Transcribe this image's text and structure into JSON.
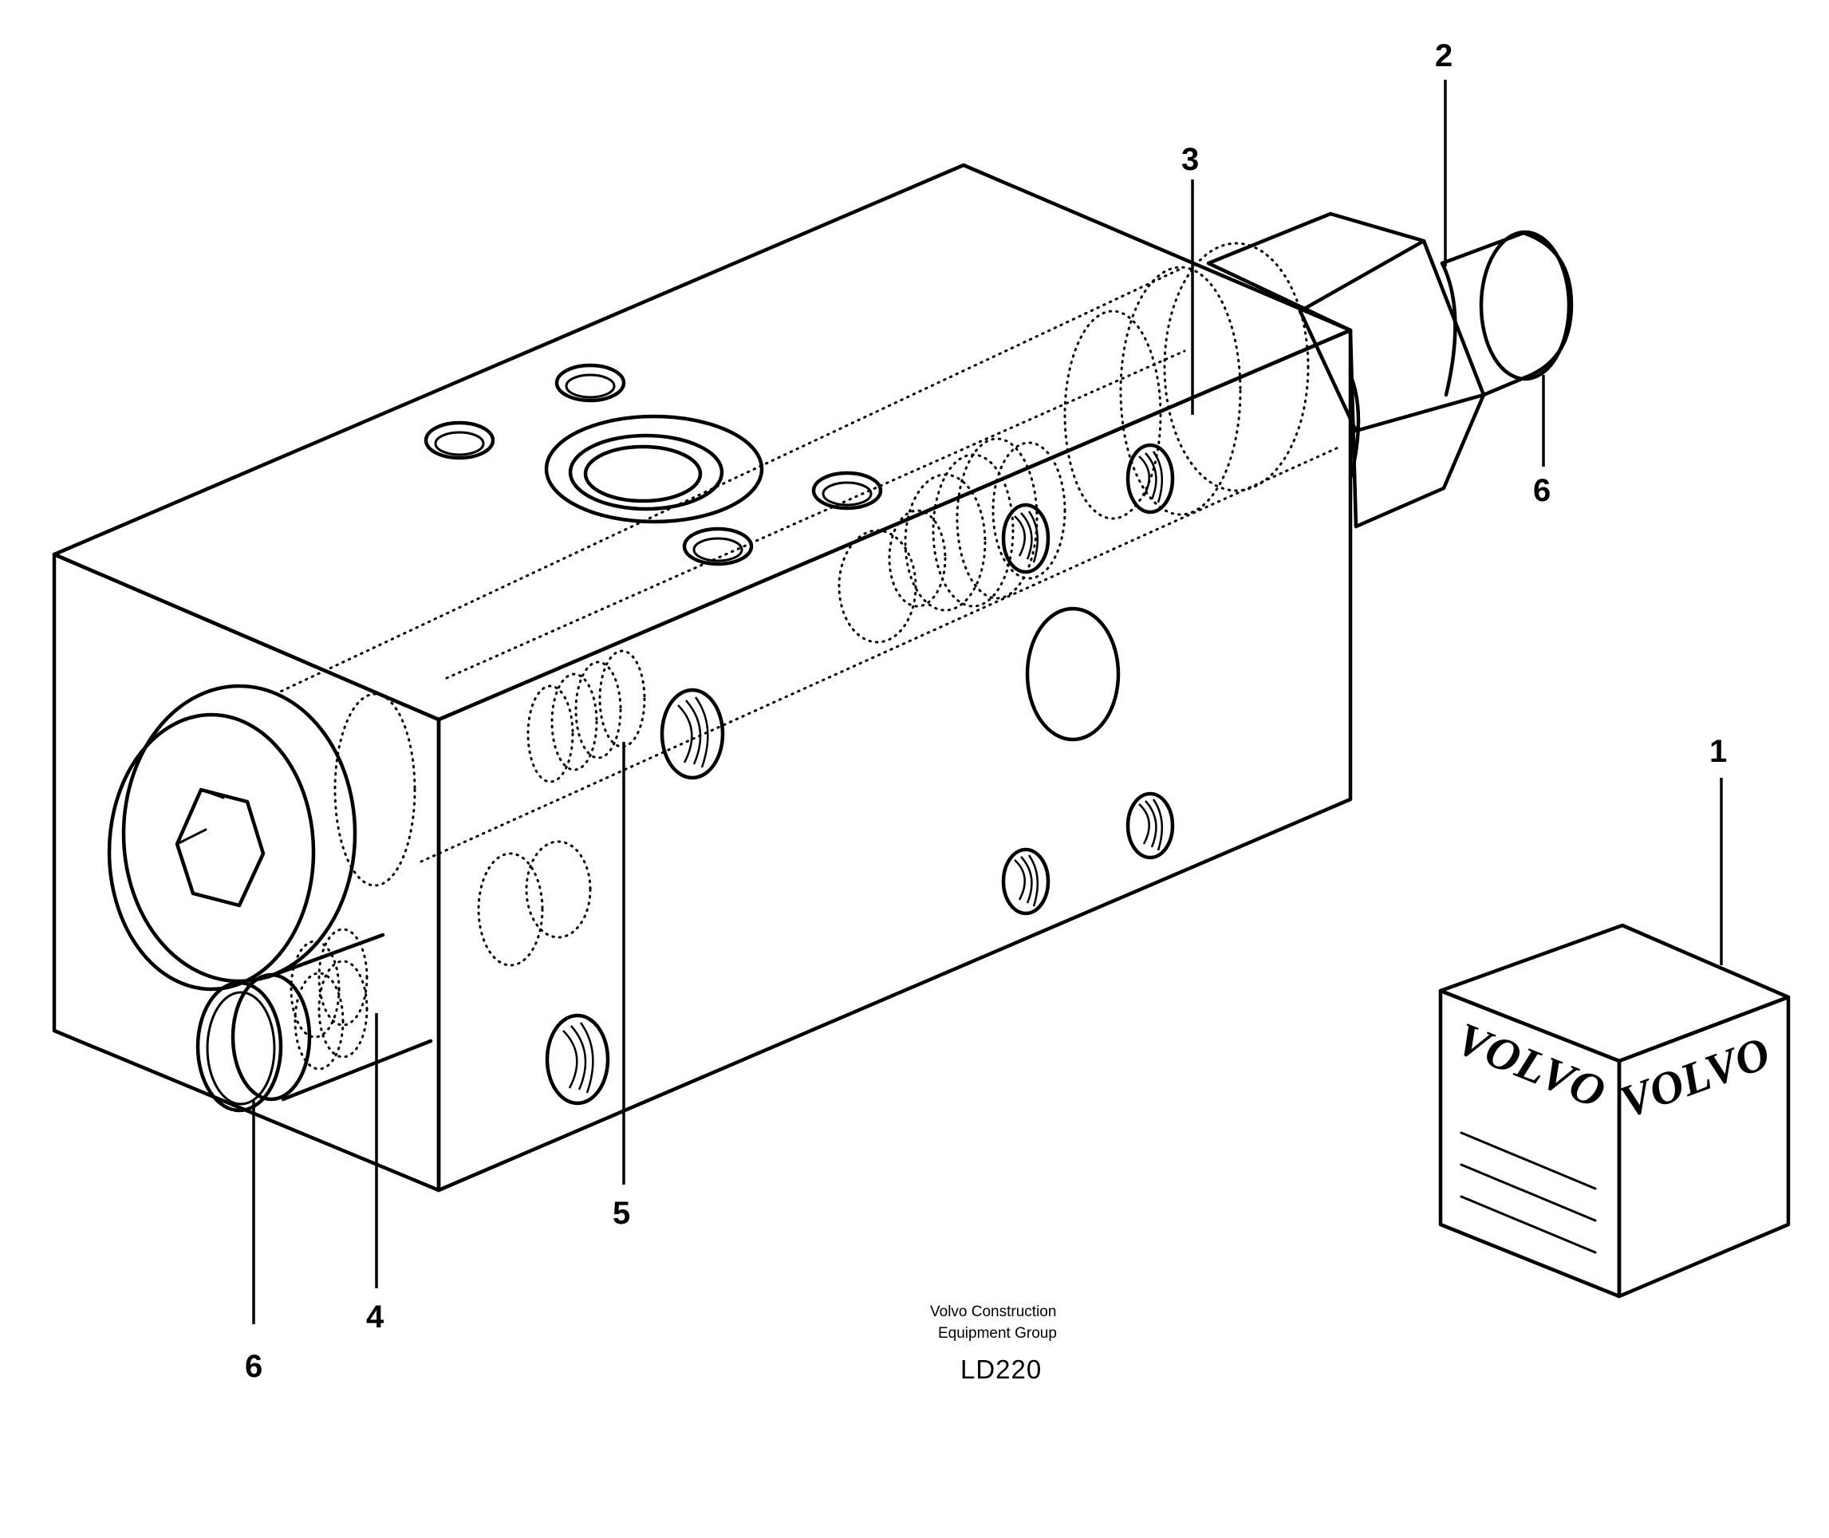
{
  "diagram": {
    "callouts": [
      {
        "id": "c1",
        "label": "1"
      },
      {
        "id": "c2",
        "label": "2"
      },
      {
        "id": "c3",
        "label": "3"
      },
      {
        "id": "c4",
        "label": "4"
      },
      {
        "id": "c5",
        "label": "5"
      },
      {
        "id": "c6a",
        "label": "6"
      },
      {
        "id": "c6b",
        "label": "6"
      }
    ],
    "logo_text": "VOLVO",
    "footer": {
      "line1": "Volvo Construction",
      "line2": "Equipment Group",
      "code": "LD220"
    }
  }
}
